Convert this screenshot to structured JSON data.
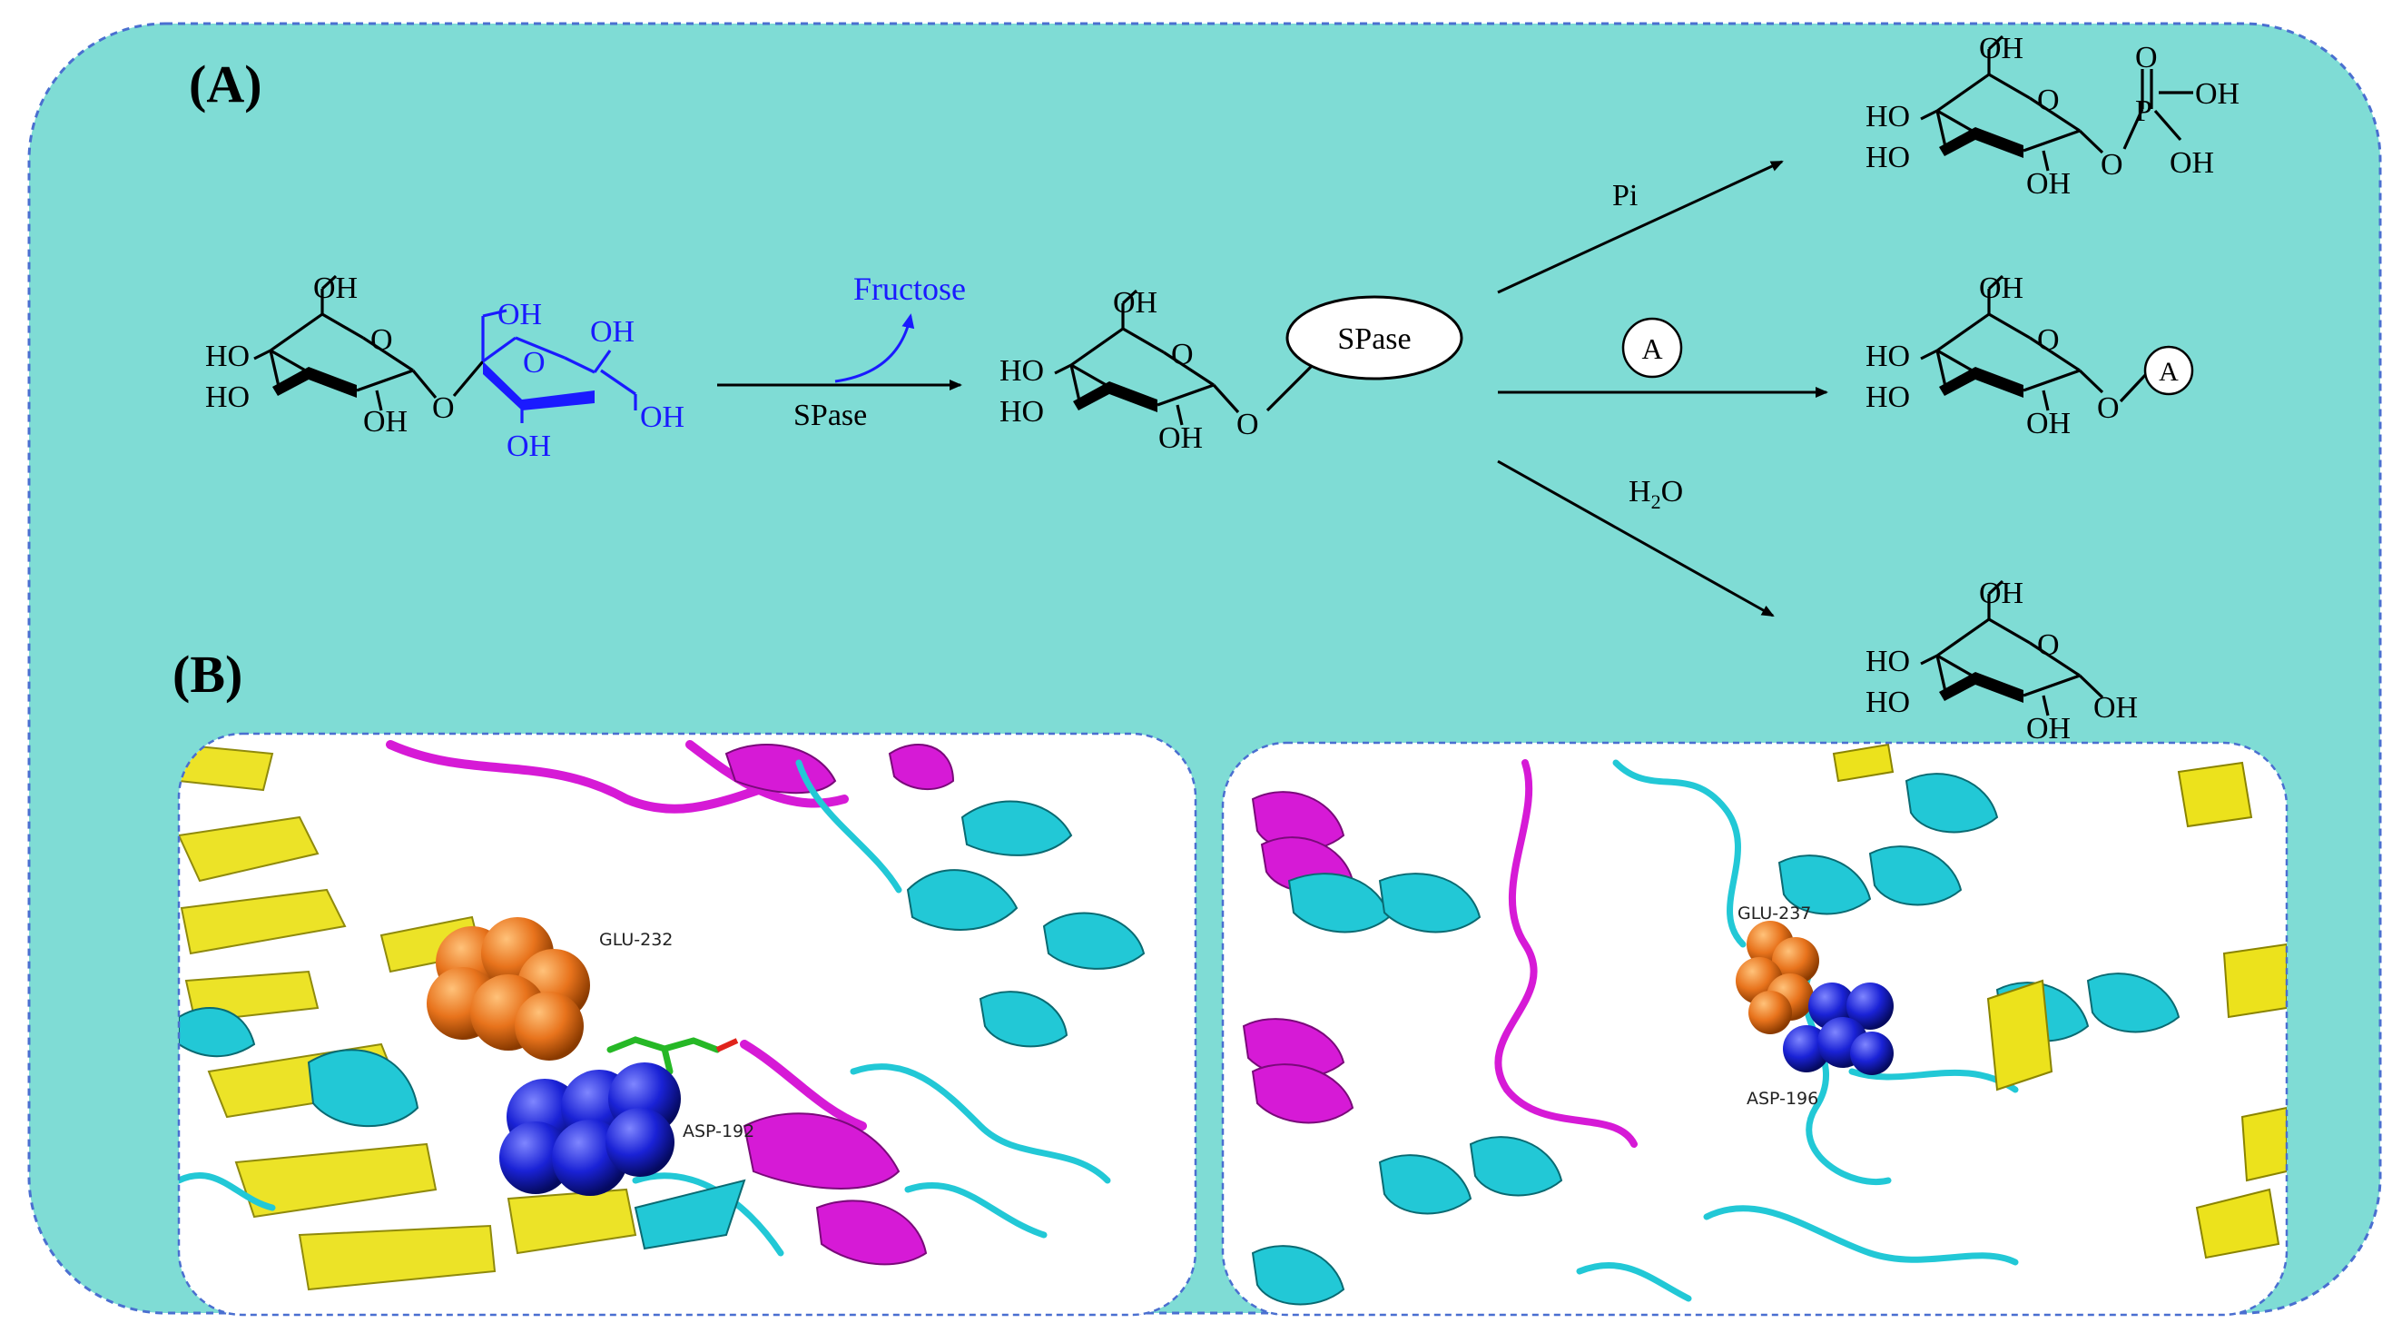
{
  "colors": {
    "panel_bg": "#7fdcd5",
    "panel_border": "#4a6fd0",
    "cyan_helix": "#22c8d6",
    "magenta": "#d61ad6",
    "yellow": "#ece21c",
    "glu": "#e8731c",
    "asp": "#1a22d6",
    "blue_text": "#1a1aff"
  },
  "labels": {
    "panel_a": "(A)",
    "panel_b": "(B)",
    "fructose": "Fructose",
    "spase_arrow": "SPase",
    "spase_ellipse": "SPase",
    "pi": "Pi",
    "acceptor": "A",
    "acceptor_product": "A",
    "water_h": "H",
    "water_sub": "2",
    "water_o": "O"
  },
  "atoms": {
    "oh": "OH",
    "ho": "HO",
    "o": "O",
    "p": "P"
  },
  "residues": {
    "left_glu": "GLU-232",
    "left_asp": "ASP-192",
    "right_glu": "GLU-237",
    "right_asp": "ASP-196"
  }
}
